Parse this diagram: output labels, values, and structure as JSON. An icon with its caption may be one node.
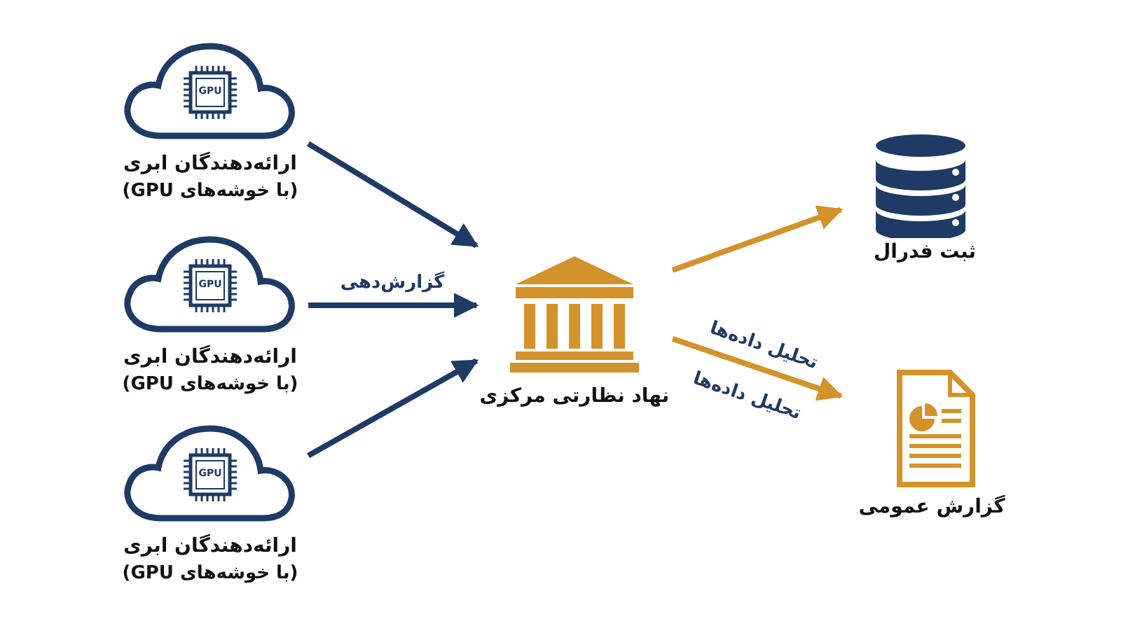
{
  "diagram": {
    "nodes": [
      {
        "text": [
          "GPU",
          "ارائه‌دهندگان ابری",
          "(با خوشه‌های GPU)"
        ]
      },
      {
        "text": [
          "GPU",
          "ارائه‌دهندگان ابری",
          "(با خوشه‌های GPU)"
        ]
      },
      {
        "text": [
          "GPU",
          "ارائه‌دهندگان ابری",
          "(با خوشه‌های GPU)"
        ]
      },
      {
        "text": [
          "نهاد نظارتی مرکزی"
        ]
      },
      {
        "text": [
          "ثبت فدرال"
        ]
      },
      {
        "text": [
          "گزارش عمومی"
        ]
      }
    ],
    "edges": [
      {
        "from": 0,
        "to": 3,
        "arrow": "to"
      },
      {
        "from": 1,
        "to": 3,
        "arrow": "to",
        "label": "گزارش‌دهی"
      },
      {
        "from": 2,
        "to": 3,
        "arrow": "to"
      },
      {
        "from": 3,
        "to": 4,
        "arrow": "to",
        "color": "#d4922a"
      },
      {
        "from": 3,
        "to": 5,
        "arrow": "to",
        "color": "#d4922a",
        "label": "تحلیل داده‌ها"
      }
    ],
    "labels": [
      "تحلیل داده‌ها"
    ]
  }
}
